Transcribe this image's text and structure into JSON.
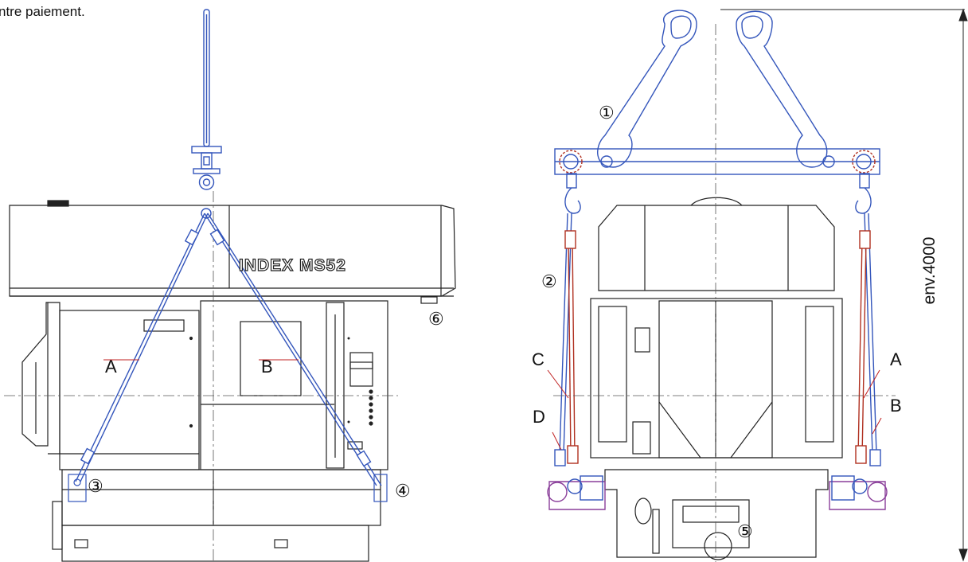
{
  "caption": "ntre paiement.",
  "brand_text": "INDEX MS52",
  "dimension_text": "env.4000",
  "left_view": {
    "labels": {
      "A": "A",
      "B": "B"
    },
    "callouts": {
      "c3": "③",
      "c4": "④",
      "c6": "⑥"
    }
  },
  "right_view": {
    "labels": {
      "A": "A",
      "B": "B",
      "C": "C",
      "D": "D"
    },
    "callouts": {
      "c1": "①",
      "c2": "②",
      "c5": "⑤"
    }
  },
  "colors": {
    "outline": "#222222",
    "sling_blue": "#3355bb",
    "sling_red": "#b03020",
    "leader_red": "#c02020",
    "lug_purple": "#8a3f9a",
    "centerline": "#555555"
  }
}
